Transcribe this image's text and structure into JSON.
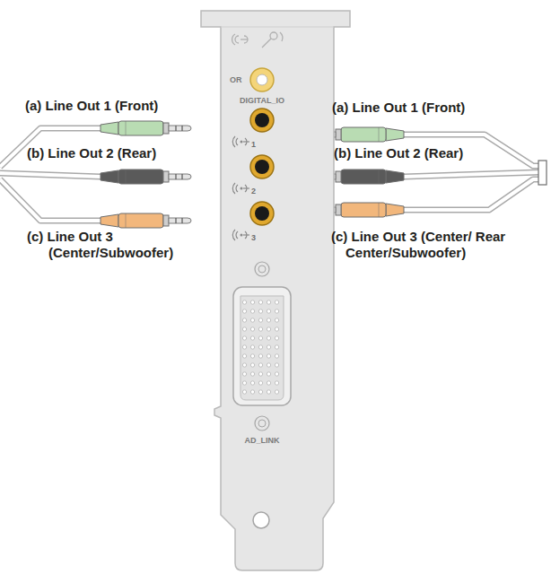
{
  "diagram": {
    "labels": [
      "(a) Line Out 1 (Front)",
      "(b) Line Out 2 (Rear)",
      "(c) Line Out 3 (Center/Subwoofer)",
      "(a) Line Out 1 (Front)",
      "(b) Line Out 2 (Rear)",
      "(c) Line Out 3 (Center/ Rear Center/Subwoofer)",
      "OR",
      "DIGITAL_IO",
      "1",
      "2",
      "3",
      "AD_LINK"
    ]
  }
}
